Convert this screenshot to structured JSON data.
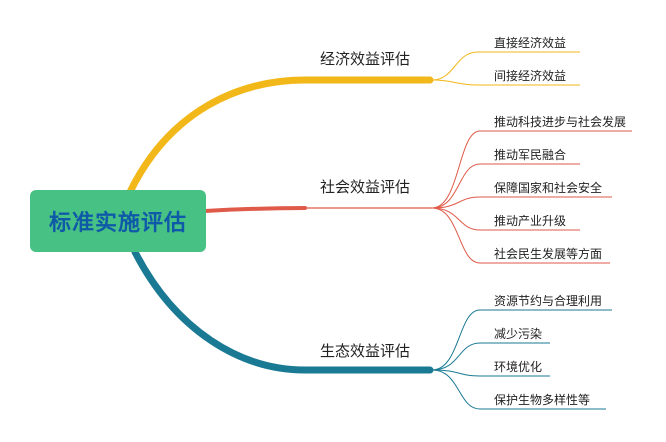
{
  "root": {
    "title": "标准实施评估",
    "color": "#48c184",
    "text_color": "#0f5aa8"
  },
  "branches": [
    {
      "label": "经济效益评估",
      "color": "#f2b719",
      "leaves": [
        "直接经济效益",
        "间接经济效益"
      ]
    },
    {
      "label": "社会效益评估",
      "color": "#df5a48",
      "leaves": [
        "推动科技进步与社会发展",
        "推动军民融合",
        "保障国家和社会安全",
        "推动产业升级",
        "社会民生发展等方面"
      ]
    },
    {
      "label": "生态效益评估",
      "color": "#1a7a93",
      "leaves": [
        "资源节约与合理利用",
        "减少污染",
        "环境优化",
        "保护生物多样性等"
      ]
    }
  ]
}
